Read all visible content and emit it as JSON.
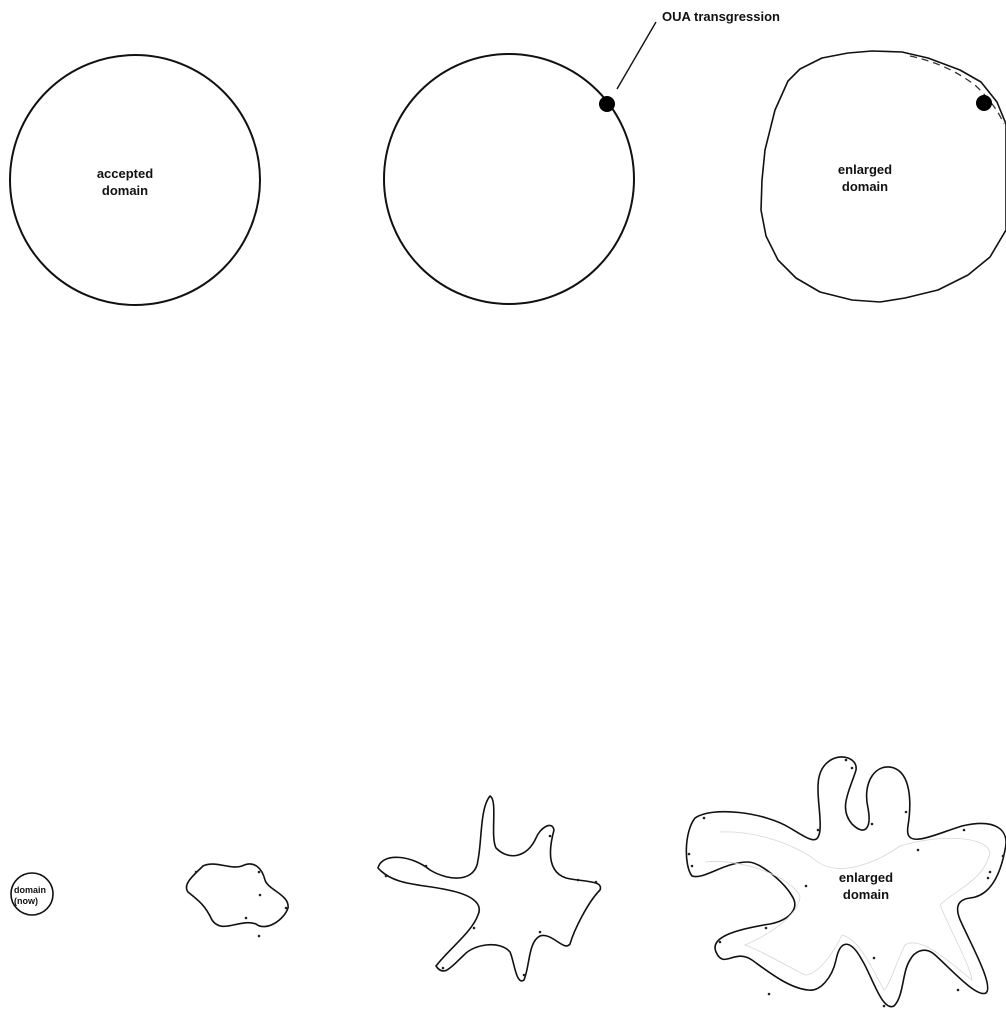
{
  "panels": {
    "first": {
      "line1": "accepted",
      "line2": "domain"
    },
    "second": {
      "callout": "OUA transgression"
    },
    "third": {
      "line1": "enlarged",
      "line2": "domain"
    }
  },
  "growth": {
    "start": {
      "line1": "domain",
      "line2": "(now)"
    },
    "end": {
      "line1": "enlarged",
      "line2": "domain"
    }
  }
}
